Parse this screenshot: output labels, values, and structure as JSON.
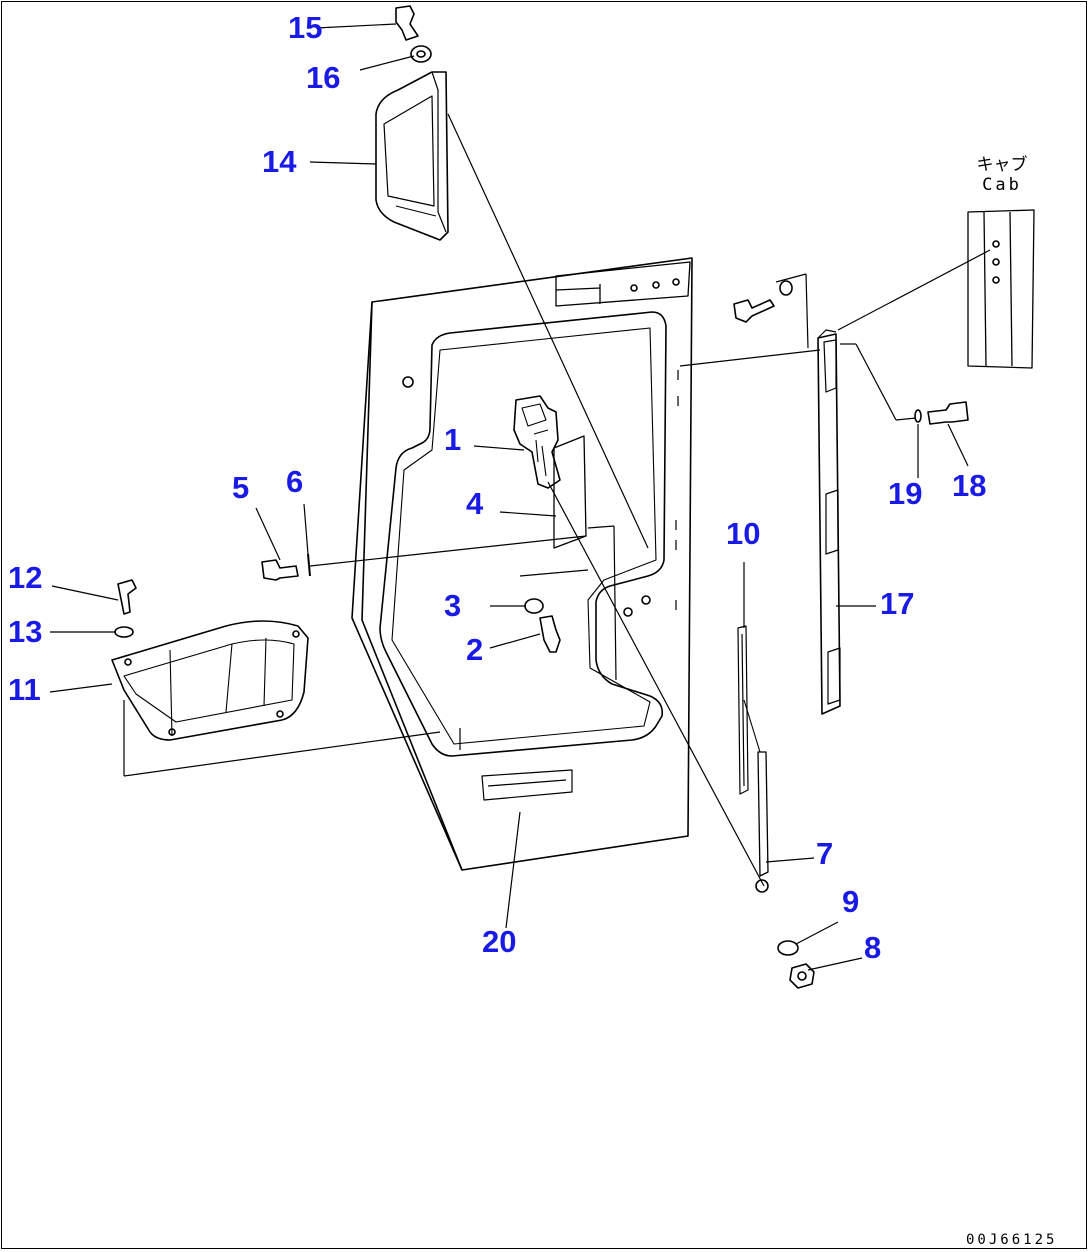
{
  "diagram": {
    "callouts": [
      {
        "id": "1",
        "label": "1"
      },
      {
        "id": "2",
        "label": "2"
      },
      {
        "id": "3",
        "label": "3"
      },
      {
        "id": "4",
        "label": "4"
      },
      {
        "id": "5",
        "label": "5"
      },
      {
        "id": "6",
        "label": "6"
      },
      {
        "id": "7",
        "label": "7"
      },
      {
        "id": "8",
        "label": "8"
      },
      {
        "id": "9",
        "label": "9"
      },
      {
        "id": "10",
        "label": "10"
      },
      {
        "id": "11",
        "label": "11"
      },
      {
        "id": "12",
        "label": "12"
      },
      {
        "id": "13",
        "label": "13"
      },
      {
        "id": "14",
        "label": "14"
      },
      {
        "id": "15",
        "label": "15"
      },
      {
        "id": "16",
        "label": "16"
      },
      {
        "id": "17",
        "label": "17"
      },
      {
        "id": "18",
        "label": "18"
      },
      {
        "id": "19",
        "label": "19"
      },
      {
        "id": "20",
        "label": "20"
      }
    ],
    "cab_note_jp": "キャブ",
    "cab_note_en": "Cab",
    "drawing_code": "00J66125",
    "colors": {
      "callout": "#1a1ae6",
      "line": "#000000"
    }
  }
}
